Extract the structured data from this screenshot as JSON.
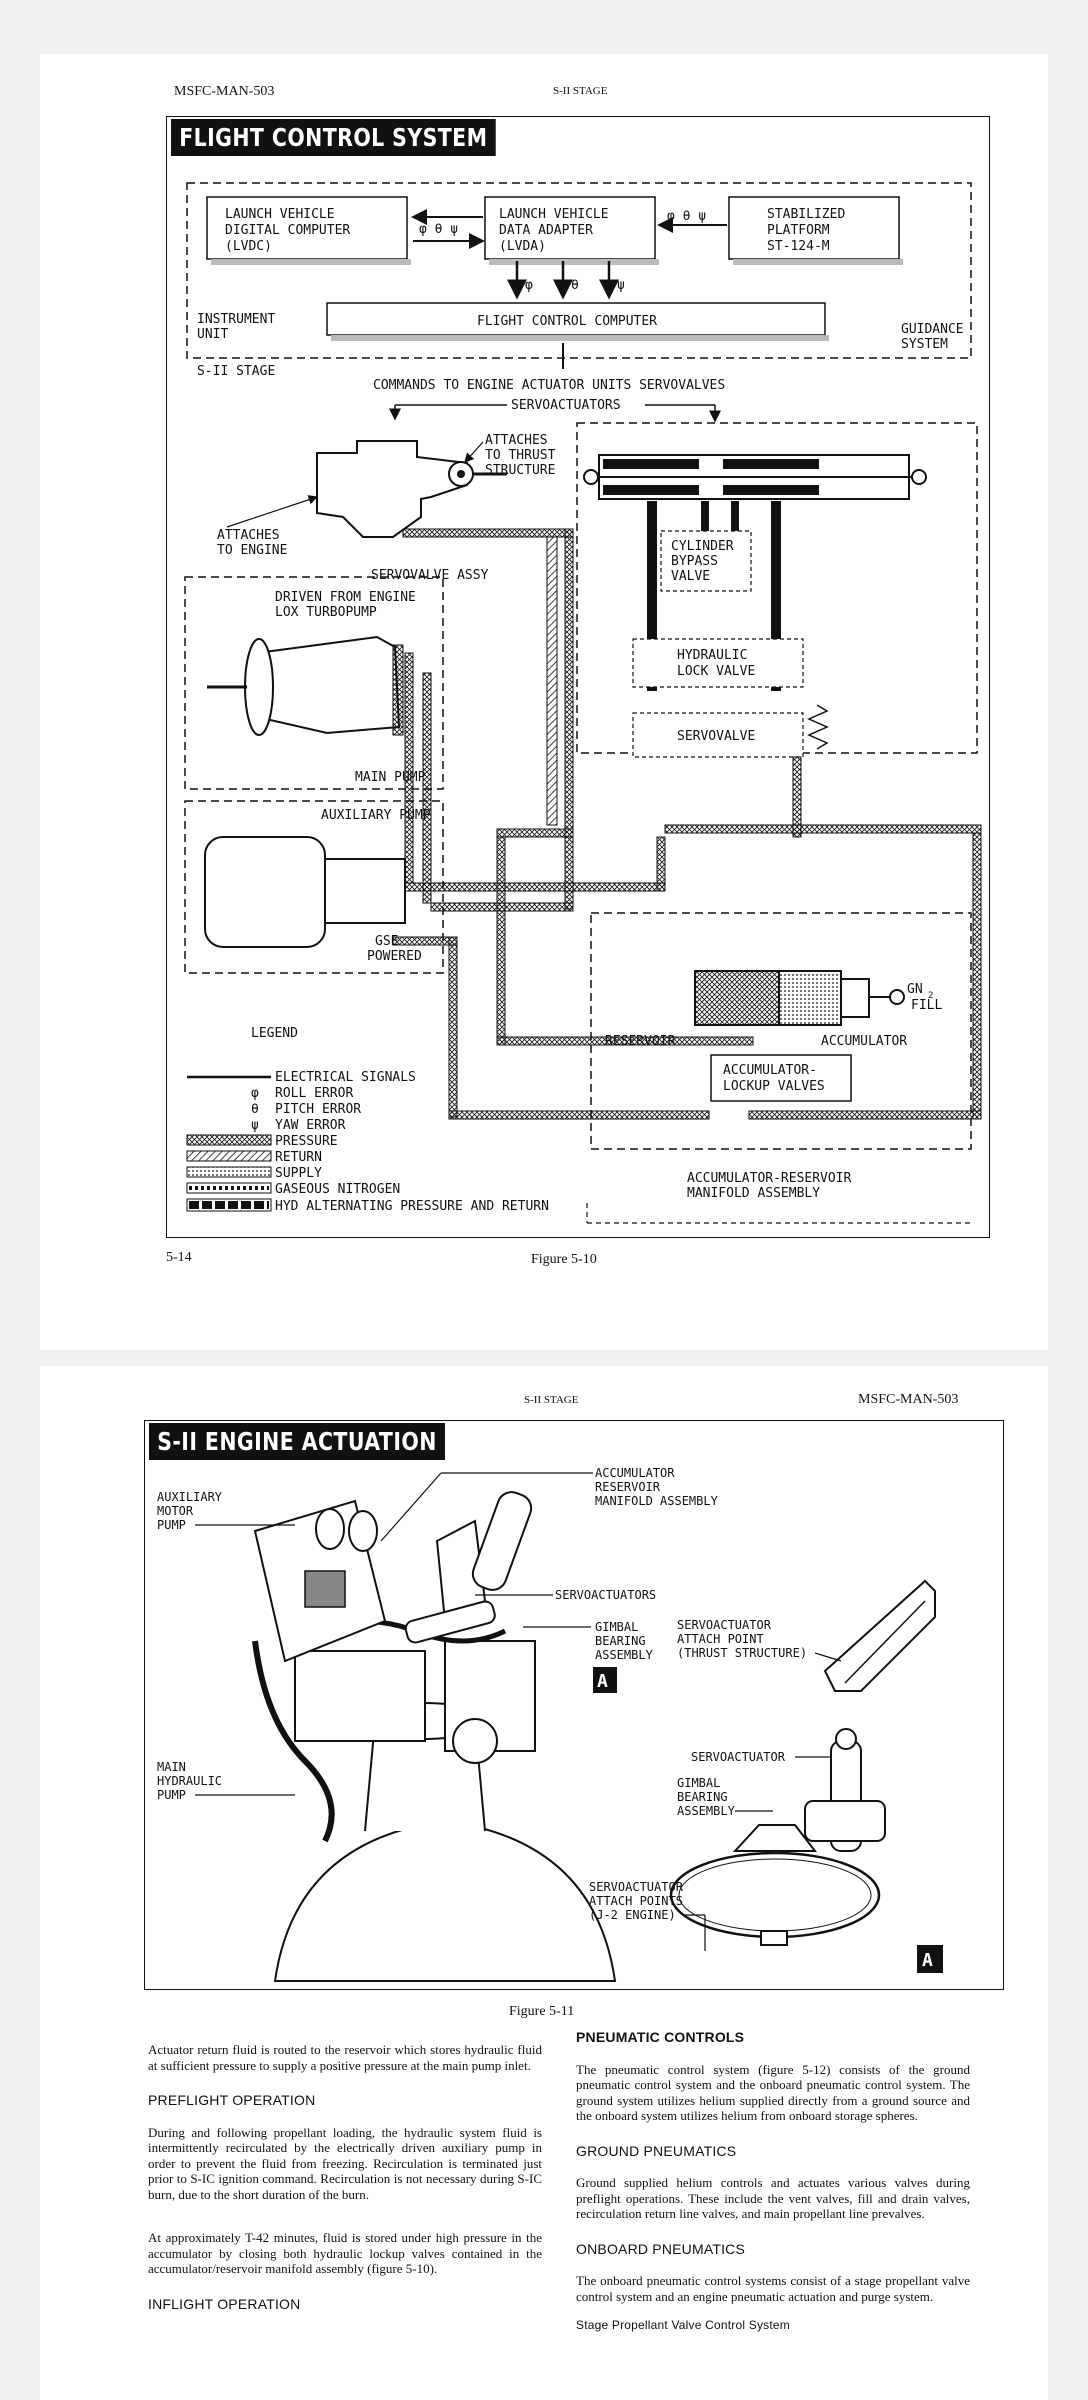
{
  "page1": {
    "header_left": "MSFC-MAN-503",
    "header_center": "S-II STAGE",
    "title": "FLIGHT CONTROL SYSTEM",
    "figure": {
      "lvdc": [
        "LAUNCH VEHICLE",
        "DIGITAL COMPUTER",
        "(LVDC)"
      ],
      "lvda": [
        "LAUNCH VEHICLE",
        "DATA ADAPTER",
        "(LVDA)"
      ],
      "platform": [
        "STABILIZED",
        "PLATFORM",
        "ST-124-M"
      ],
      "sym_phi_theta_psi": "φ θ ψ",
      "sym_phi": "φ",
      "sym_theta": "θ",
      "sym_psi": "ψ",
      "instrument_unit": [
        "INSTRUMENT",
        "UNIT"
      ],
      "fcc": "FLIGHT CONTROL COMPUTER",
      "guidance": [
        "GUIDANCE",
        "SYSTEM"
      ],
      "s2_stage": "S-II STAGE",
      "commands": "COMMANDS TO ENGINE ACTUATOR UNITS SERVOVALVES",
      "servoactuators": "SERVOACTUATORS",
      "attaches_thrust": [
        "ATTACHES",
        "TO THRUST",
        "STRUCTURE"
      ],
      "attaches_engine": [
        "ATTACHES",
        "TO ENGINE"
      ],
      "servovalve_assy": "SERVOVALVE ASSY",
      "driven_from": [
        "DRIVEN FROM ENGINE",
        "LOX TURBOPUMP"
      ],
      "main_pump": "MAIN PUMP",
      "aux_pump": "AUXILIARY PUMP",
      "gse": [
        "GSE",
        "POWERED"
      ],
      "cylinder_bypass": [
        "CYLINDER",
        "BYPASS",
        "VALVE"
      ],
      "hyd_lock": [
        "HYDRAULIC",
        "LOCK VALVE"
      ],
      "servovalve": "SERVOVALVE",
      "gn2_fill": [
        "GN",
        "2",
        "FILL"
      ],
      "reservoir": "RESERVOIR",
      "accumulator": "ACCUMULATOR",
      "acc_lockup": [
        "ACCUMULATOR-",
        "LOCKUP VALVES"
      ],
      "acc_res_manifold": [
        "ACCUMULATOR-RESERVOIR",
        "MANIFOLD ASSEMBLY"
      ],
      "legend_title": "LEGEND",
      "legend": [
        "ELECTRICAL SIGNALS",
        "ROLL ERROR",
        "PITCH ERROR",
        "YAW ERROR",
        "PRESSURE",
        "RETURN",
        "SUPPLY",
        "GASEOUS NITROGEN",
        "HYD ALTERNATING PRESSURE AND RETURN"
      ],
      "legend_symbols": [
        "φ",
        "θ",
        "ψ"
      ]
    },
    "caption": "Figure 5-10",
    "page_number": "5-14"
  },
  "page2": {
    "header_center": "S-II STAGE",
    "header_right": "MSFC-MAN-503",
    "title": "S-II ENGINE ACTUATION",
    "figure": {
      "aux_motor_pump": [
        "AUXILIARY",
        "MOTOR",
        "PUMP"
      ],
      "acc_res_manifold": [
        "ACCUMULATOR",
        "RESERVOIR",
        "MANIFOLD ASSEMBLY"
      ],
      "servoactuators": "SERVOACTUATORS",
      "gimbal_bearing": [
        "GIMBAL",
        "BEARING",
        "ASSEMBLY"
      ],
      "detail_a": "A",
      "main_hyd_pump": [
        "MAIN",
        "HYDRAULIC",
        "PUMP"
      ],
      "servo_attach_thrust": [
        "SERVOACTUATOR",
        "ATTACH POINT",
        "(THRUST STRUCTURE)"
      ],
      "servoactuator": "SERVOACTUATOR",
      "gimbal_bearing_2": [
        "GIMBAL",
        "BEARING",
        "ASSEMBLY"
      ],
      "servo_attach_j2": [
        "SERVOACTUATOR",
        "ATTACH POINTS",
        "(J-2 ENGINE)"
      ]
    },
    "caption": "Figure 5-11",
    "left_col": {
      "p1": "Actuator return fluid is routed to the reservoir which stores hydraulic fluid at sufficient pressure to supply a positive pressure at the main pump inlet.",
      "h1": "PREFLIGHT OPERATION",
      "p2": "During and following propellant loading, the hydraulic system fluid is intermittently recirculated by the electrically driven auxiliary pump in order to prevent the fluid from freezing. Recirculation is terminated just prior to S-IC ignition command. Recirculation is not necessary during S-IC burn, due to the short duration of the burn.",
      "p3": "At approximately T-42 minutes, fluid is stored under high pressure in the accumulator by closing both hydraulic lockup valves contained in the accumulator/reservoir manifold assembly (figure 5-10).",
      "h2": "INFLIGHT OPERATION"
    },
    "right_col": {
      "h1": "PNEUMATIC CONTROLS",
      "p1": "The pneumatic control system (figure 5-12) consists of the ground pneumatic control system and the onboard pneumatic control system. The ground system utilizes helium supplied directly from a ground source and the onboard system utilizes helium from onboard storage spheres.",
      "h2": "GROUND PNEUMATICS",
      "p2": "Ground supplied helium controls and actuates various valves during preflight operations. These include the vent valves, fill and drain valves, recirculation return line valves, and main propellant line prevalves.",
      "h3": "ONBOARD PNEUMATICS",
      "p3": "The onboard pneumatic control systems consist of a stage propellant valve control system and an engine pneumatic actuation and purge system.",
      "h4": "Stage Propellant Valve Control System"
    }
  }
}
